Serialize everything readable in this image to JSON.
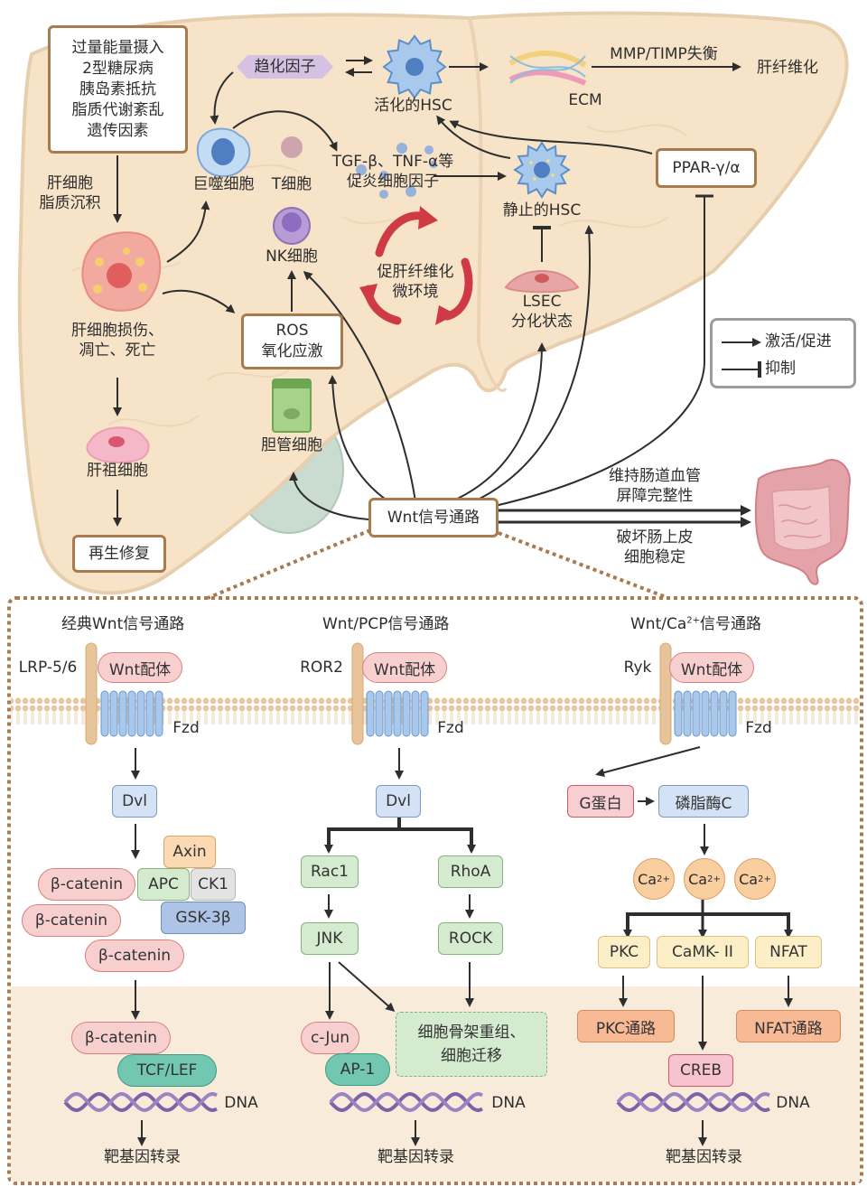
{
  "top": {
    "risk_factors": [
      "过量能量摄入",
      "2型糖尿病",
      "胰岛素抵抗",
      "脂质代谢紊乱",
      "遗传因素"
    ],
    "hepatocyte_lipid": [
      "肝细胞",
      "脂质沉积"
    ],
    "hepatocyte_injury": [
      "肝细胞损伤、",
      "凋亡、死亡"
    ],
    "liver_progenitor": "肝祖细胞",
    "regeneration": "再生修复",
    "chemokine": "趋化因子",
    "macrophage": "巨噬细胞",
    "t_cell": "T细胞",
    "nk_cell": "NK细胞",
    "ros": [
      "ROS",
      "氧化应激"
    ],
    "cholangiocyte": "胆管细胞",
    "activated_hsc": "活化的HSC",
    "cytokines": [
      "TGF-β、TNF-α等",
      "促炎细胞因子"
    ],
    "microenv": [
      "促肝纤维化",
      "微环境"
    ],
    "quiescent_hsc": "静止的HSC",
    "lsec": [
      "LSEC",
      "分化状态"
    ],
    "ecm": "ECM",
    "mmp": "MMP/TIMP失衡",
    "fibrosis": "肝纤维化",
    "ppar": "PPAR-γ/α",
    "wnt_hub": "Wnt信号通路",
    "gut_upper": [
      "维持肠道血管",
      "屏障完整性"
    ],
    "gut_lower": [
      "破坏肠上皮",
      "细胞稳定"
    ]
  },
  "legend": {
    "activate": "激活/促进",
    "inhibit": "抑制"
  },
  "colors": {
    "liver_fill": "#f6e3c8",
    "box_border": "#a87a4e",
    "nucleus_bg": "#f8ebda",
    "red_cycle": "#cf3b45"
  },
  "panels": {
    "canonical": {
      "title": "经典Wnt信号通路",
      "coreceptor": "LRP-5/6",
      "ligand": "Wnt配体",
      "receptor": "Fzd",
      "dvl": "Dvl",
      "axin": "Axin",
      "apc": "APC",
      "ck1": "CK1",
      "gsk": "GSK-3β",
      "bcat": "β-catenin",
      "tcf": "TCF/LEF",
      "dna": "DNA",
      "output": "靶基因转录"
    },
    "pcp": {
      "title": "Wnt/PCP信号通路",
      "coreceptor": "ROR2",
      "ligand": "Wnt配体",
      "receptor": "Fzd",
      "dvl": "Dvl",
      "rac1": "Rac1",
      "rhoa": "RhoA",
      "jnk": "JNK",
      "rock": "ROCK",
      "cjun": "c-Jun",
      "ap1": "AP-1",
      "cyto": [
        "细胞骨架重组、",
        "细胞迁移"
      ],
      "dna": "DNA",
      "output": "靶基因转录"
    },
    "ca": {
      "title_pre": "Wnt/Ca",
      "title_sup": "2+",
      "title_post": "信号通路",
      "coreceptor": "Ryk",
      "ligand": "Wnt配体",
      "receptor": "Fzd",
      "gprotein": "G蛋白",
      "plc": "磷脂酶C",
      "ion": "Ca",
      "ion_sup": "2+",
      "pkc": "PKC",
      "camk": "CaMK- II",
      "nfat": "NFAT",
      "pkc_path": "PKC通路",
      "nfat_path": "NFAT通路",
      "creb": "CREB",
      "dna": "DNA",
      "output": "靶基因转录"
    }
  }
}
